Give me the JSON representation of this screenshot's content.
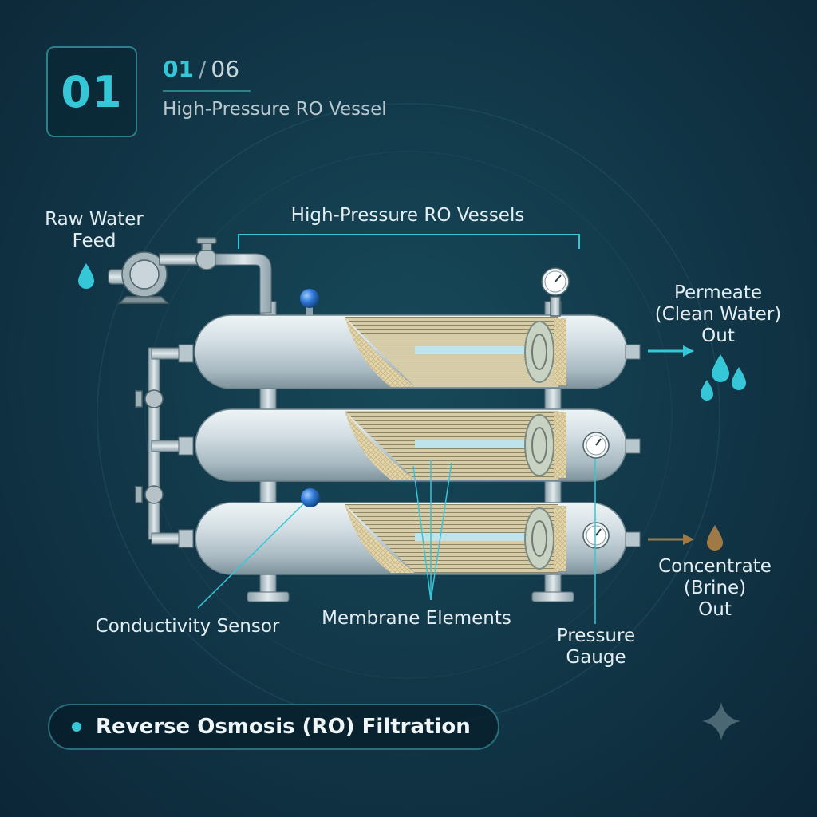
{
  "step": {
    "number": "01",
    "current": "01",
    "separator": "/",
    "total": "06",
    "subtitle": "High-Pressure RO Vessel"
  },
  "labels": {
    "raw_water_feed": "Raw Water\nFeed",
    "vessels": "High-Pressure RO Vessels",
    "permeate": "Permeate\n(Clean Water)\nOut",
    "concentrate": "Concentrate\n(Brine)\nOut",
    "conductivity_sensor": "Conductivity Sensor",
    "membrane_elements": "Membrane Elements",
    "pressure_gauge": "Pressure\nGauge"
  },
  "footer": {
    "title": "Reverse Osmosis (RO) Filtration"
  },
  "colors": {
    "accent": "#35c7d8",
    "vessel": "#cfdbe0",
    "membrane": "#e4d6ad",
    "brine": "#a07a46",
    "sensor": "#2f78d4"
  },
  "icons": [
    "water-drop-icon",
    "pump-icon",
    "valve-icon",
    "pressure-gauge-icon",
    "conductivity-sensor-icon",
    "arrow-right-icon",
    "sparkle-icon"
  ]
}
